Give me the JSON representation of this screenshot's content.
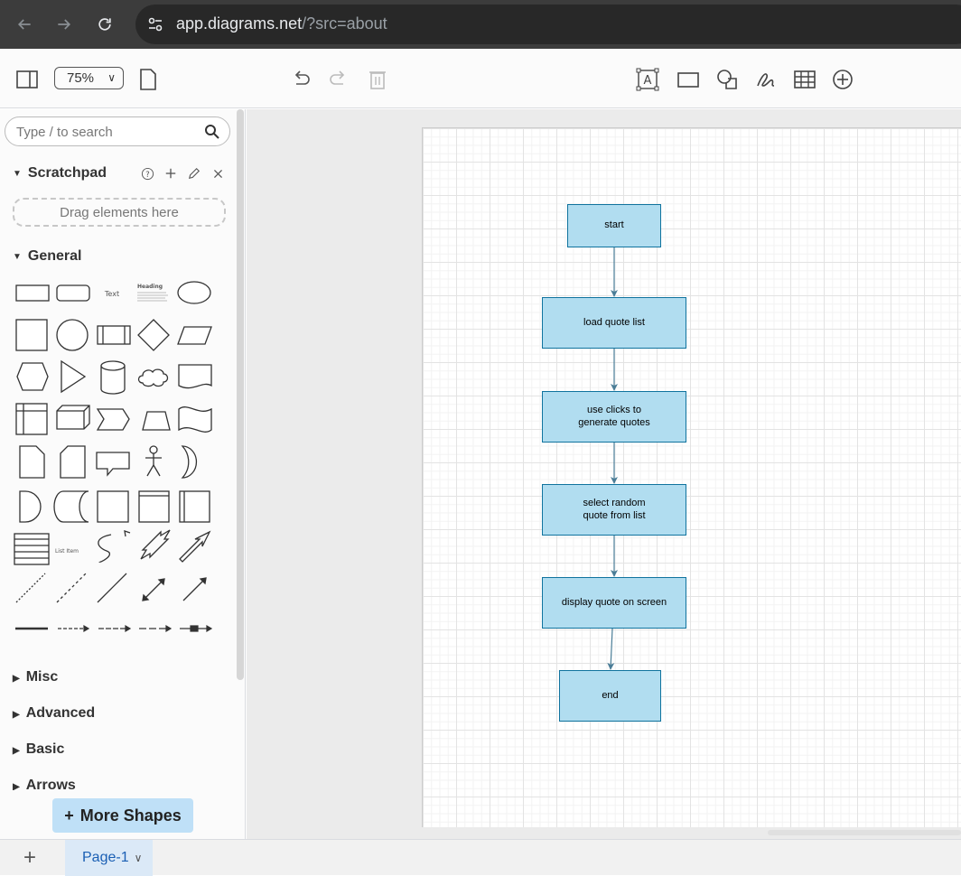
{
  "browser": {
    "url_host": "app.diagrams.net",
    "url_path": "/?src=about"
  },
  "toolbar": {
    "zoom": "75%"
  },
  "sidebar": {
    "search_placeholder": "Type / to search",
    "scratchpad_title": "Scratchpad",
    "dropzone_text": "Drag elements here",
    "general_title": "General",
    "text_shape_label": "Text",
    "heading_shape_label": "Heading",
    "list_item_label": "List Item",
    "collapsed_sections": [
      "Misc",
      "Advanced",
      "Basic",
      "Arrows"
    ],
    "more_shapes_label": "More Shapes"
  },
  "diagram": {
    "nodes": [
      {
        "id": "start",
        "label": "start"
      },
      {
        "id": "load",
        "label": "load quote list"
      },
      {
        "id": "clicks",
        "label": "use clicks to\ngenerate quotes"
      },
      {
        "id": "select",
        "label": "select random\nquote from list"
      },
      {
        "id": "display",
        "label": "display quote on screen"
      },
      {
        "id": "end",
        "label": "end"
      }
    ],
    "edges": [
      [
        "start",
        "load"
      ],
      [
        "load",
        "clicks"
      ],
      [
        "clicks",
        "select"
      ],
      [
        "select",
        "display"
      ],
      [
        "display",
        "end"
      ]
    ],
    "fill_color": "#b1ddf0",
    "stroke_color": "#10739e"
  },
  "pages": {
    "current": "Page-1"
  }
}
